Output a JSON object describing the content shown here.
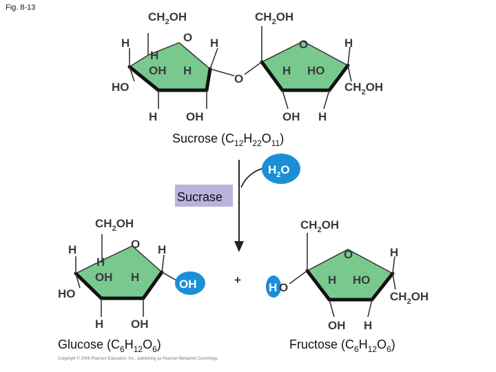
{
  "figure_label": "Fig. 8-13",
  "copyright": "Copyright © 2008 Pearson Education, Inc., publishing as Pearson Benjamin Cummings.",
  "atoms": {
    "ch2": "CH",
    "two": "2",
    "oh": "OH",
    "ho": "HO",
    "h": "H",
    "o": "O"
  },
  "sucrose": {
    "name": "Sucrose (C",
    "c_sub": "12",
    "h": "H",
    "h_sub": "22",
    "o": "O",
    "o_sub": "11",
    "close": ")"
  },
  "water": {
    "h": "H",
    "sub": "2",
    "o": "O"
  },
  "enzyme": "Sucrase",
  "plus": "+",
  "glucose": {
    "name": "Glucose (C",
    "c_sub": "6",
    "h": "H",
    "h_sub": "12",
    "o": "O",
    "o_sub": "6",
    "close": ")"
  },
  "fructose": {
    "name": "Fructose (C",
    "c_sub": "6",
    "h": "H",
    "h_sub": "12",
    "o": "O",
    "o_sub": "6",
    "close": ")"
  },
  "colors": {
    "ring_fill": "#79c98f",
    "water_blue": "#1a8fd6",
    "enzyme_box": "#b9b3dd"
  }
}
